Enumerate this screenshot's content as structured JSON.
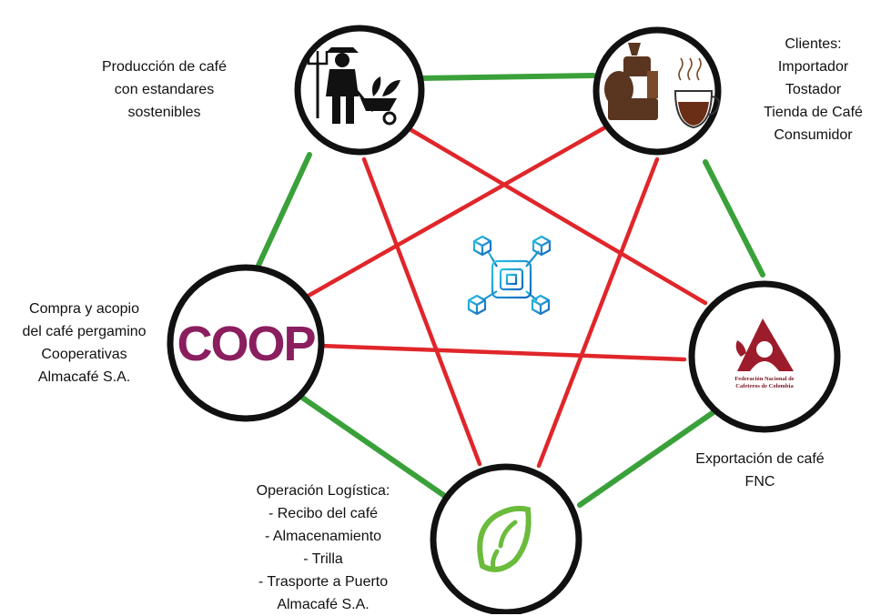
{
  "nodes": {
    "production": {
      "icon": "farmer-with-pitchfork-and-wheelbarrow-icon",
      "lines": [
        "Producción de café",
        "con estandares",
        "sostenibles"
      ]
    },
    "clients": {
      "icon": "coffee-roaster-and-cup-icon",
      "lines": [
        "Clientes:",
        "Importador",
        "Tostador",
        "Tienda de Café",
        "Consumidor"
      ]
    },
    "coop": {
      "logo_text": "COOP",
      "lines": [
        "Compra y acopio",
        "del café pergamino",
        "Cooperativas",
        "Almacafé S.A."
      ]
    },
    "export": {
      "logo_text": [
        "Federación Nacional de",
        "Cafeteros de Colombia"
      ],
      "lines": [
        "Exportación de café",
        "FNC"
      ]
    },
    "logistics": {
      "icon": "coffee-bean-leaf-icon",
      "lines": [
        "Operación Logística:",
        "- Recibo del café",
        "- Almacenamiento",
        "- Trilla",
        "- Trasporte a Puerto",
        "Almacafé S.A."
      ]
    }
  },
  "center": {
    "icon": "blockchain-network-icon"
  },
  "colors": {
    "outer_edge": "#3aa13a",
    "inner_edge": "#e0262a",
    "node_border": "#111111",
    "coop": "#8a1e5e",
    "fnc": "#9c1c2b",
    "leaf": "#6bbb3c",
    "blockchain": "#1e88d8",
    "coffee": "#5a3520"
  }
}
